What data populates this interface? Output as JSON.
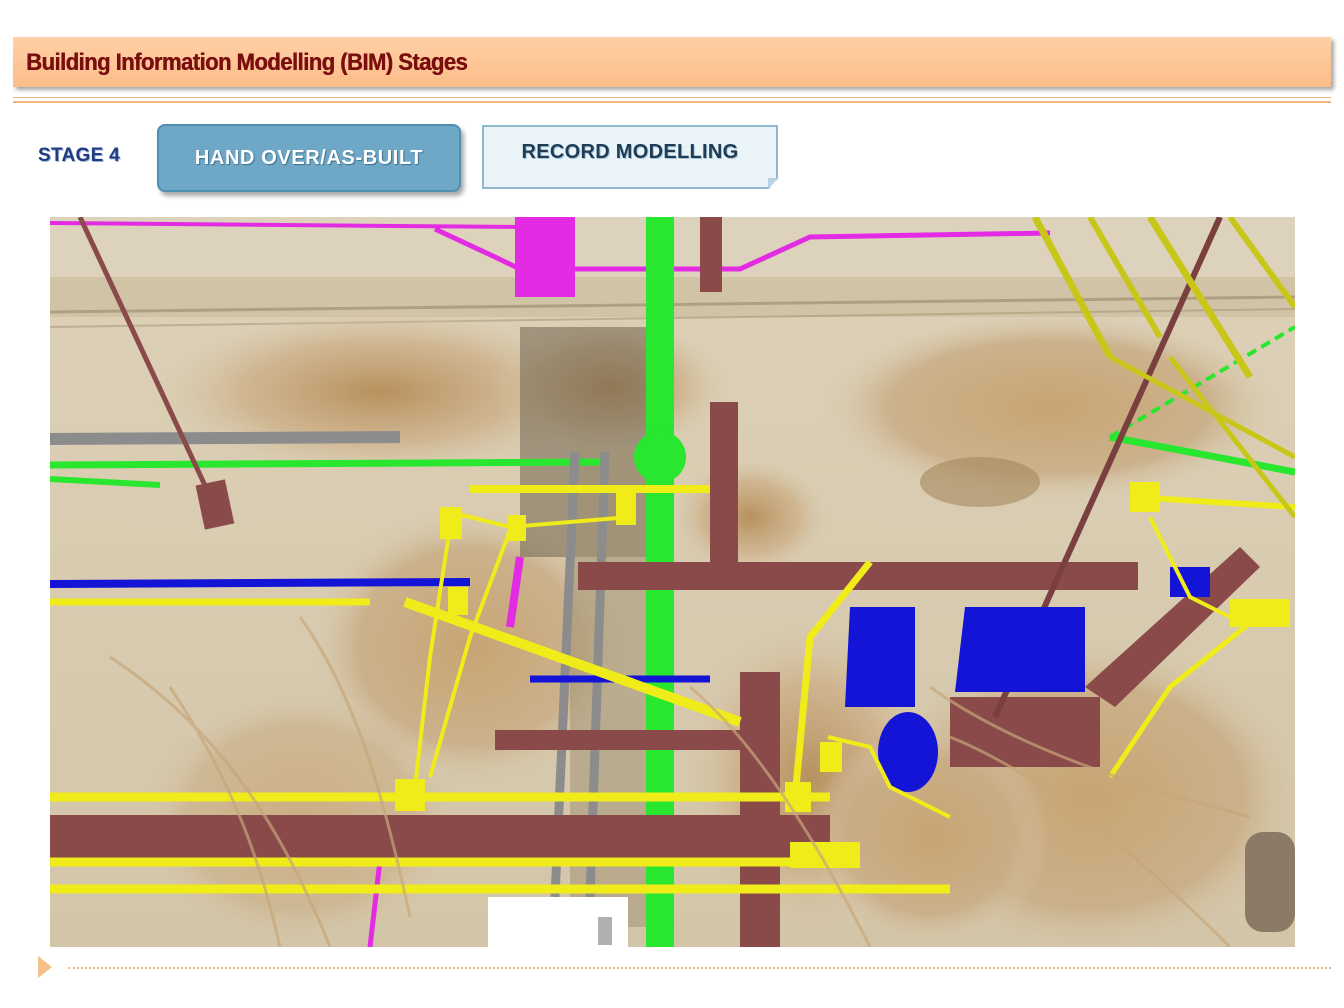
{
  "header": {
    "title": "Building Information Modelling (BIM) Stages"
  },
  "stage": {
    "label": "STAGE 4",
    "primary_button": "HAND OVER/AS-BUILT",
    "secondary_button": "RECORD MODELLING"
  },
  "theme": {
    "title_band": "#fbbd8a",
    "title_text": "#7a0e0e",
    "stage_label": "#1f3c80",
    "primary_button_bg": "#6fa7c6",
    "secondary_button_bg": "#e9f3f8",
    "rule": "#f2b67d"
  },
  "scene": {
    "icon": "bim-point-cloud-image",
    "colors": {
      "ground": "#d8cbaf",
      "sand": "#c9ab7e",
      "beam": "#8a4a4a",
      "yellow_pipe": "#f0ec1a",
      "green_pipe": "#29e62e",
      "magenta_pipe": "#e22be2",
      "blue_equipment": "#1414d6",
      "grey_pipe": "#8c8c8c"
    }
  }
}
